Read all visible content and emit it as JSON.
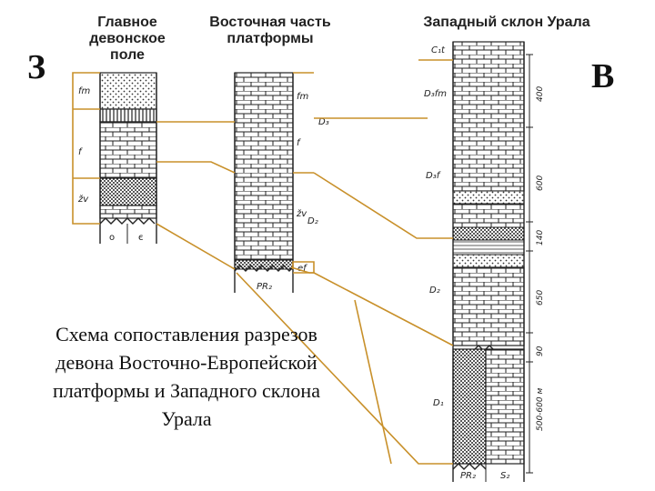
{
  "headers": {
    "main_field": "Главное девонское поле",
    "east_platform": "Восточная часть платформы",
    "west_ural": "Западный склон Урала"
  },
  "side_labels": {
    "west": "З",
    "east": "В"
  },
  "caption": "Схема сопоставления разрезов девона Восточно-Европейской платформы и Западного склона Урала",
  "col1_labels": {
    "fm": "fm",
    "f": "f",
    "zv": "žv",
    "o": "o",
    "c": "є"
  },
  "col2_labels": {
    "fm": "fm",
    "f": "f",
    "zv": "žv",
    "d3": "D₃",
    "d2": "D₂",
    "ef": "ef",
    "pr2": "PR₂"
  },
  "col3_labels": {
    "c1t": "C₁t",
    "d3fm": "D₃fm",
    "d3f": "D₃f",
    "d2": "D₂",
    "d1": "D₁",
    "pr2": "PR₂",
    "s2": "S₂"
  },
  "thickness_labels": [
    "400",
    "600",
    "140",
    "650",
    "90",
    "500-600 м"
  ],
  "colors": {
    "correlation_line": "#c8902a",
    "ink": "#222222"
  }
}
